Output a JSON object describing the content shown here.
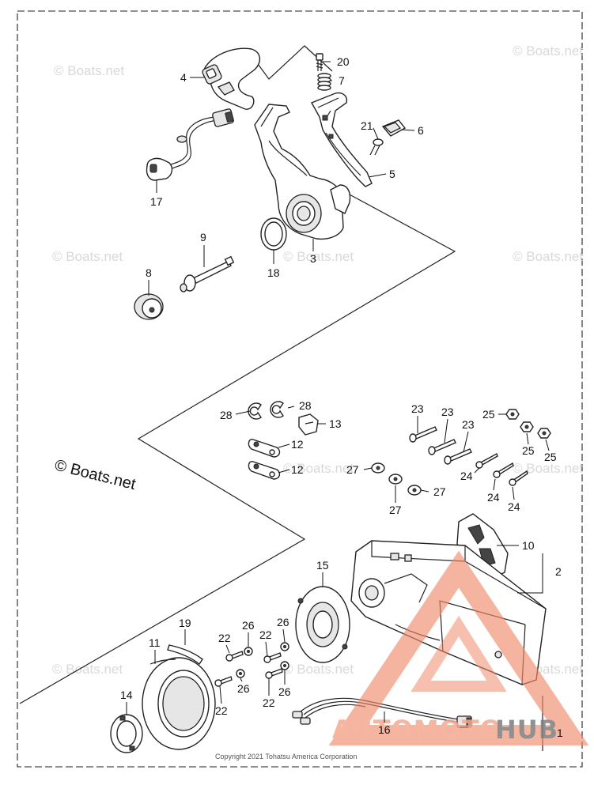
{
  "watermarks": {
    "small": "© Boats.net",
    "main": "© Boats.net"
  },
  "copyright": "Copyright 2021 Tohatsu America Corporation",
  "brand": {
    "part1": "AUTOMOTO",
    "part2": "HUB",
    "accent_color": "#f08a6a",
    "secondary_color": "#7d7d7d"
  },
  "callouts": {
    "c1": "1",
    "c2": "2",
    "c3": "3",
    "c4": "4",
    "c5": "5",
    "c6": "6",
    "c7": "7",
    "c8": "8",
    "c9": "9",
    "c10": "10",
    "c11": "11",
    "c12a": "12",
    "c12b": "12",
    "c13": "13",
    "c14": "14",
    "c15": "15",
    "c16": "16",
    "c17": "17",
    "c18": "18",
    "c19": "19",
    "c20": "20",
    "c21": "21",
    "c22a": "22",
    "c22b": "22",
    "c22c": "22",
    "c22d": "22",
    "c23a": "23",
    "c23b": "23",
    "c23c": "23",
    "c24a": "24",
    "c24b": "24",
    "c24c": "24",
    "c25a": "25",
    "c25b": "25",
    "c25c": "25",
    "c26a": "26",
    "c26b": "26",
    "c26c": "26",
    "c26d": "26",
    "c27a": "27",
    "c27b": "27",
    "c27c": "27",
    "c28a": "28",
    "c28b": "28"
  }
}
